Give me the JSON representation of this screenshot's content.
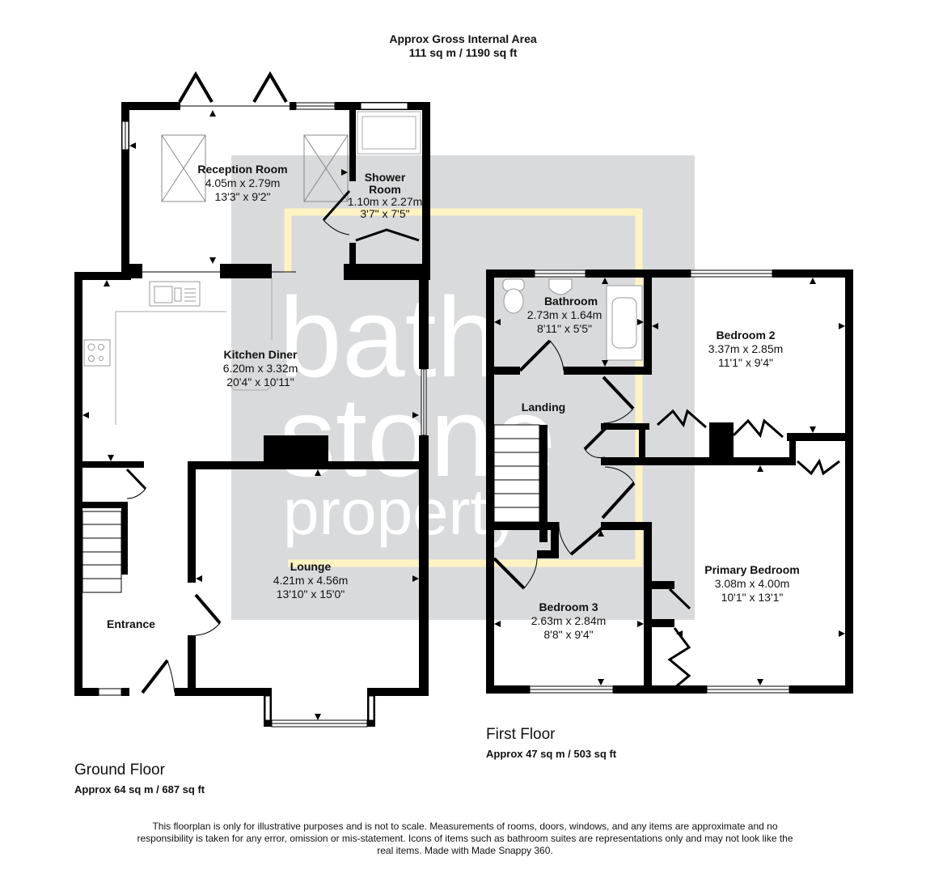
{
  "header": {
    "title": "Approx Gross Internal Area",
    "area": "111 sq m / 1190 sq ft"
  },
  "watermark": {
    "line1": "bath",
    "line2": "stone",
    "line3": "property",
    "box_color": "#d9dadb",
    "accent_color": "#fff3c2"
  },
  "colors": {
    "wall": "#000000",
    "fixture": "#999999",
    "background": "#ffffff"
  },
  "ground_floor": {
    "title": "Ground Floor",
    "area": "Approx 64 sq m / 687 sq ft",
    "rooms": [
      {
        "id": "reception-room",
        "name": "Reception Room",
        "metric": "4.05m x 2.79m",
        "imperial": "13'3\" x 9'2\""
      },
      {
        "id": "shower-room",
        "name_line1": "Shower",
        "name_line2": "Room",
        "metric": "1.10m x 2.27m",
        "imperial": "3'7\" x 7'5\""
      },
      {
        "id": "kitchen-diner",
        "name": "Kitchen Diner",
        "metric": "6.20m x 3.32m",
        "imperial": "20'4\" x 10'11\""
      },
      {
        "id": "lounge",
        "name": "Lounge",
        "metric": "4.21m x 4.56m",
        "imperial": "13'10\" x 15'0\""
      },
      {
        "id": "entrance",
        "name": "Entrance"
      }
    ]
  },
  "first_floor": {
    "title": "First Floor",
    "area": "Approx 47 sq m / 503 sq ft",
    "rooms": [
      {
        "id": "bathroom",
        "name": "Bathroom",
        "metric": "2.73m x 1.64m",
        "imperial": "8'11\" x 5'5\""
      },
      {
        "id": "bedroom-2",
        "name": "Bedroom 2",
        "metric": "3.37m x 2.85m",
        "imperial": "11'1\" x 9'4\""
      },
      {
        "id": "landing",
        "name": "Landing"
      },
      {
        "id": "bedroom-3",
        "name": "Bedroom 3",
        "metric": "2.63m x 2.84m",
        "imperial": "8'8\" x 9'4\""
      },
      {
        "id": "primary-bedroom",
        "name": "Primary Bedroom",
        "metric": "3.08m x 4.00m",
        "imperial": "10'1\" x 13'1\""
      }
    ]
  },
  "disclaimer": "This floorplan is only for illustrative purposes and is not to scale. Measurements of rooms, doors, windows, and any items are approximate and no responsibility is taken for any error, omission or mis-statement. Icons of items such as bathroom suites are representations only and may not look like the real items. Made with Made Snappy 360."
}
